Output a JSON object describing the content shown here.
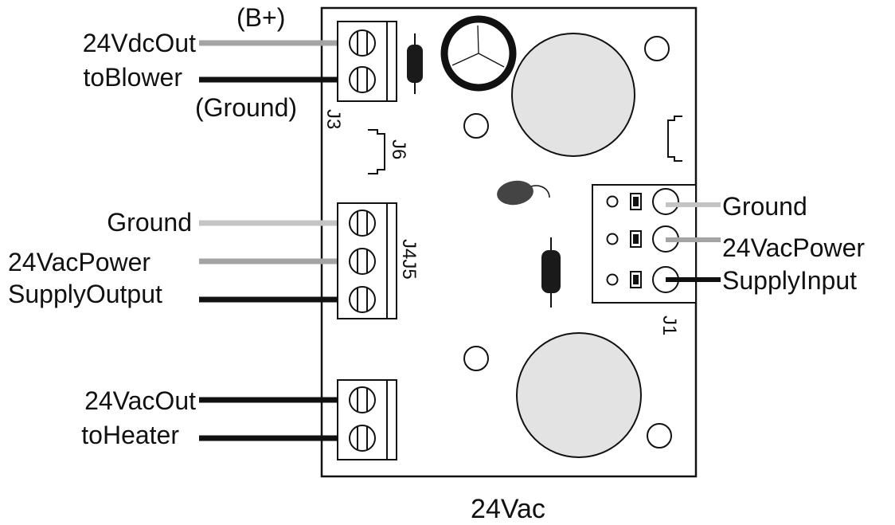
{
  "colors": {
    "wire_light": "#c4c4c4",
    "wire_mid": "#a4a4a4",
    "wire_dark": "#111111",
    "relay_fill": "#e3e3e3",
    "board_stroke": "#111111"
  },
  "left_labels": {
    "blower_b_plus": "(B+)",
    "blower_out_line1": "24VdcOut",
    "blower_out_line2": "toBlower",
    "blower_ground": "(Ground)",
    "supply_output_ground": "Ground",
    "supply_output_line1": "24VacPower",
    "supply_output_line2": "SupplyOutput",
    "heater_line1": "24VacOut",
    "heater_line2": "toHeater"
  },
  "right_labels": {
    "input_ground": "Ground",
    "input_power": "24VacPower",
    "input_supply": "SupplyInput"
  },
  "board_refs": {
    "j3": "J3",
    "j6": "J6",
    "j4j5": "J4J5",
    "j1": "J1"
  },
  "caption": "24Vac"
}
